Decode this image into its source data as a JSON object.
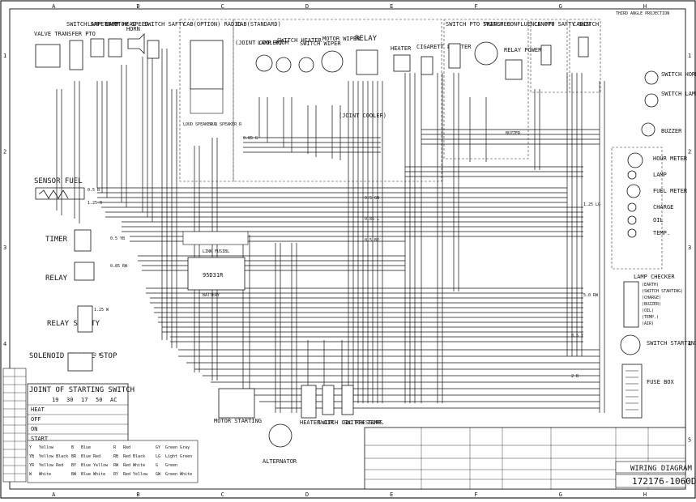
{
  "border": {
    "columns": [
      "A",
      "B",
      "C",
      "D",
      "E",
      "F",
      "G",
      "H"
    ],
    "rows": [
      "1",
      "2",
      "3",
      "4",
      "5"
    ]
  },
  "projection_label": "THIRD ANGLE PROJECTION",
  "components_top": [
    {
      "id": "valve-transfer-pto",
      "text": "VALVE TRANSFER PTO"
    },
    {
      "id": "switch-safety-ctow-speed",
      "text": "SWITCH SAFETY CTOW SPEED"
    },
    {
      "id": "lamp-boom",
      "text": "LAMP BOOM"
    },
    {
      "id": "lamp-head",
      "text": "LAMP HEAD"
    },
    {
      "id": "horn",
      "text": "HORN"
    },
    {
      "id": "switch-safety",
      "text": "SWITCH SAFTY"
    },
    {
      "id": "cab-option-radio",
      "text": "CAB(OPTION) RADIO"
    },
    {
      "id": "cab-standard",
      "text": "CAB(STANDARD)"
    },
    {
      "id": "joint-cooler",
      "text": "(JOINT COOLER)"
    },
    {
      "id": "lamp-room",
      "text": "LAMP ROOM"
    },
    {
      "id": "switch-heater",
      "text": "SWITCH HEATER"
    },
    {
      "id": "switch-wiper",
      "text": "SWITCH WIPER"
    },
    {
      "id": "motor-wiper",
      "text": "MOTOR WIPER"
    },
    {
      "id": "relay-top",
      "text": "RELAY"
    },
    {
      "id": "heater",
      "text": "HEATER"
    },
    {
      "id": "cigarette-lighter",
      "text": "CIGARETT LIGHTER"
    },
    {
      "id": "switch-pto-transfer",
      "text": "SWITCH PTO TRANSFER"
    },
    {
      "id": "switch-confluence-pto",
      "text": "SWITCH CONFLUENCE PTO"
    },
    {
      "id": "relay-power",
      "text": "RELAY POWER"
    },
    {
      "id": "canopy-safety-switch",
      "text": "CANOPY SAFTY SWITCH"
    },
    {
      "id": "cabin",
      "text": "CABIN"
    },
    {
      "id": "joint-cooler-2",
      "text": "(JOINT COOLER)"
    },
    {
      "id": "loud-speaker-l",
      "text": "LOUD SPEAKER L"
    },
    {
      "id": "loud-speaker-r",
      "text": "LOUD SPEAKER R"
    },
    {
      "id": "buzzer-small",
      "text": "BUZZER"
    }
  ],
  "components_left": [
    {
      "id": "sensor-fuel",
      "text": "SENSOR FUEL"
    },
    {
      "id": "timer",
      "text": "TIMER"
    },
    {
      "id": "relay-left",
      "text": "RELAY"
    },
    {
      "id": "relay-safety",
      "text": "RELAY SAFETY"
    },
    {
      "id": "solenoid-engine-stop",
      "text": "SOLENOID ENGINE STOP"
    }
  ],
  "components_right": [
    {
      "id": "switch-horn",
      "text": "SWITCH HORN"
    },
    {
      "id": "switch-lamp",
      "text": "SWITCH LAMP"
    },
    {
      "id": "buzzer",
      "text": "BUZZER"
    },
    {
      "id": "hour-meter",
      "text": "HOUR METER"
    },
    {
      "id": "lamp",
      "text": "LAMP"
    },
    {
      "id": "fuel-meter",
      "text": "FUEL METER"
    },
    {
      "id": "charge",
      "text": "CHARGE"
    },
    {
      "id": "oil",
      "text": "OIL"
    },
    {
      "id": "temp",
      "text": "TEMP."
    },
    {
      "id": "lamp-checker",
      "text": "LAMP CHECKER"
    },
    {
      "id": "lc-earth",
      "text": "(EARTH)"
    },
    {
      "id": "lc-switch-starting",
      "text": "(SWITCH STARTING)"
    },
    {
      "id": "lc-charge",
      "text": "(CHARGE)"
    },
    {
      "id": "lc-buzzer",
      "text": "(BUZZER)"
    },
    {
      "id": "lc-oil",
      "text": "(OIL)"
    },
    {
      "id": "lc-temp",
      "text": "(TEMP.)"
    },
    {
      "id": "lc-air",
      "text": "(AIR)"
    },
    {
      "id": "switch-starting",
      "text": "SWITCH STARTING"
    },
    {
      "id": "fuse-box",
      "text": "FUSE BOX"
    }
  ],
  "components_bottom": [
    {
      "id": "link-fusible",
      "text": "LINK FUSIBL"
    },
    {
      "id": "battery",
      "text": "BATTERY"
    },
    {
      "id": "battery-model",
      "text": "95D31R"
    },
    {
      "id": "motor-starting",
      "text": "MOTOR STARTING"
    },
    {
      "id": "alternator",
      "text": "ALTERNATOR"
    },
    {
      "id": "heater-air",
      "text": "HEATER AIR"
    },
    {
      "id": "switch-oil-pressure",
      "text": "SWITCH OIL PRESSURE"
    },
    {
      "id": "switch-temp",
      "text": "SWITCH TEMP."
    }
  ],
  "joint_table": {
    "title": "JOINT OF STARTING SWITCH",
    "columns": [
      "19",
      "30",
      "17",
      "50",
      "AC"
    ],
    "rows": [
      "HEAT",
      "OFF",
      "ON",
      "START"
    ]
  },
  "wire_colors": [
    [
      "Y",
      "Yellow"
    ],
    [
      "B",
      "Blue"
    ],
    [
      "R",
      "Red"
    ],
    [
      "GY",
      "Green Gray"
    ],
    [
      "YB",
      "Yellow Black"
    ],
    [
      "BR",
      "Blue Red"
    ],
    [
      "RB",
      "Red Black"
    ],
    [
      "LG",
      "Light Green"
    ],
    [
      "YR",
      "Yellow Red"
    ],
    [
      "BY",
      "Blue Yellow"
    ],
    [
      "RW",
      "Red White"
    ],
    [
      "G",
      "Green"
    ],
    [
      "W",
      "White"
    ],
    [
      "BW",
      "Blue White"
    ],
    [
      "RY",
      "Red Yellow"
    ],
    [
      "GW",
      "Green White"
    ]
  ],
  "title_block": {
    "title": "WIRING DIAGRAM",
    "drawing_number": "172176-1060D"
  },
  "wire_tag_samples": [
    "0.5 B",
    "1.25 R",
    "0.5 YB",
    "0.85 RW",
    "1.25 W",
    "2 R",
    "0.5 GW",
    "0.85 L",
    "0.5 BY",
    "1.25 LG",
    "5.0 RW",
    "0.5 Y",
    "2 B",
    "0.85 G"
  ],
  "colors": {
    "ink": "#111111",
    "paper": "#ffffff",
    "frame": "#222222",
    "shade": "#dcdcdc"
  }
}
